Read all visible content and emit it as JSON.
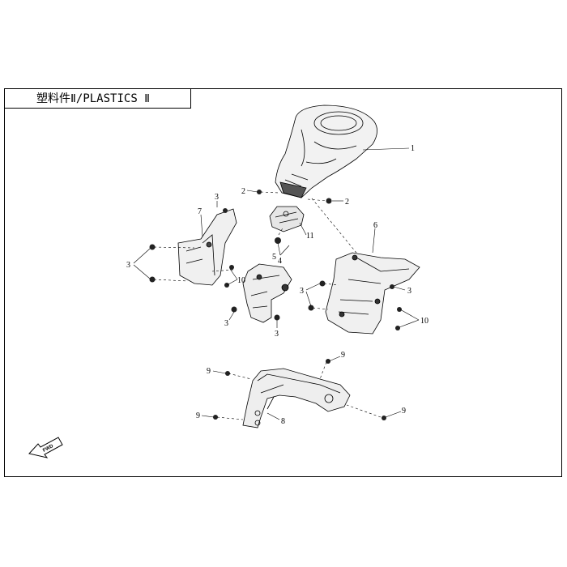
{
  "title": "塑料件Ⅱ/PLASTICS Ⅱ",
  "fwd_label": "FWD",
  "callouts": [
    {
      "id": "c1",
      "text": "1"
    },
    {
      "id": "c2a",
      "text": "2"
    },
    {
      "id": "c2b",
      "text": "2"
    },
    {
      "id": "c3a",
      "text": "3"
    },
    {
      "id": "c3b",
      "text": "3"
    },
    {
      "id": "c3c",
      "text": "3"
    },
    {
      "id": "c3d",
      "text": "3"
    },
    {
      "id": "c3e",
      "text": "3"
    },
    {
      "id": "c3f",
      "text": "3"
    },
    {
      "id": "c4",
      "text": "4"
    },
    {
      "id": "c5",
      "text": "5"
    },
    {
      "id": "c6",
      "text": "6"
    },
    {
      "id": "c7",
      "text": "7"
    },
    {
      "id": "c8",
      "text": "8"
    },
    {
      "id": "c9a",
      "text": "9"
    },
    {
      "id": "c9b",
      "text": "9"
    },
    {
      "id": "c9c",
      "text": "9"
    },
    {
      "id": "c9d",
      "text": "9"
    },
    {
      "id": "c10a",
      "text": "10"
    },
    {
      "id": "c10b",
      "text": "10"
    },
    {
      "id": "c11",
      "text": "11"
    }
  ]
}
